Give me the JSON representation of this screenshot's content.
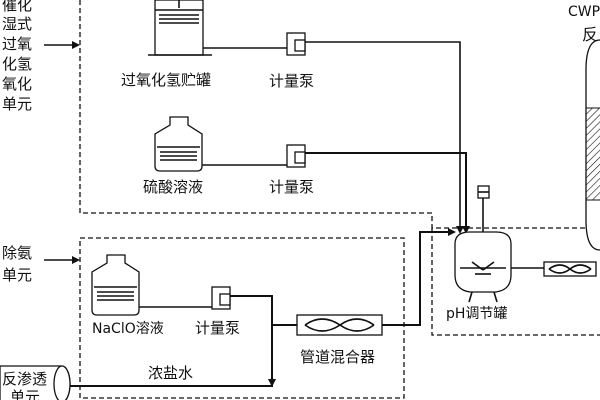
{
  "left_labels": {
    "unit1": [
      "催化",
      "湿式",
      "过氧",
      "化氢",
      "氧化",
      "单元"
    ],
    "unit2": [
      "除氨",
      "单元"
    ],
    "ro": [
      "反渗透",
      "单元"
    ]
  },
  "components": {
    "h2o2_tank": "过氧化氢贮罐",
    "pump1": "计量泵",
    "acid_tank": "硫酸溶液",
    "pump2": "计量泵",
    "naclo_tank": "NaClO溶液",
    "pump3": "计量泵",
    "mixer": "管道混合器",
    "brine": "浓盐水",
    "ph_tank": "pH调节罐",
    "cwpo_top": "CWPO",
    "cwpo_reactor": "反"
  }
}
